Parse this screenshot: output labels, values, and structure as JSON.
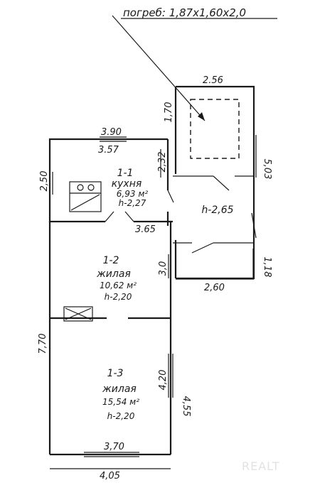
{
  "header": {
    "cellar_note": "погреб: 1,87х1,60х2,0"
  },
  "dimensions": {
    "kitchen_top_outer": "3.90",
    "kitchen_top_inner": "3.57",
    "kitchen_left": "2,50",
    "kitchen_right": "2,32",
    "bottom_wall_kitchen": "3.65",
    "porch_top": "2.56",
    "porch_left_top": "1,70",
    "porch_right": "5,03",
    "porch_right_bottom": "1,18",
    "porch_bottom": "2,60",
    "room12_right": "3,0",
    "house_left": "7,70",
    "room13_right_inner": "4,20",
    "room13_right_outer": "4,55",
    "house_bottom_inner": "3,70",
    "house_bottom_outer": "4,05"
  },
  "rooms": [
    {
      "id": "1-1",
      "name": "кухня",
      "area": "6,93 м²",
      "height": "h-2,27"
    },
    {
      "id": "1-2",
      "name": "жилая",
      "area": "10,62 м²",
      "height": "h-2,20"
    },
    {
      "id": "1-3",
      "name": "жилая",
      "area": "15,54 м²",
      "height": "h-2,20"
    }
  ],
  "porch": {
    "height": "h-2,65"
  },
  "watermark": "REALT"
}
